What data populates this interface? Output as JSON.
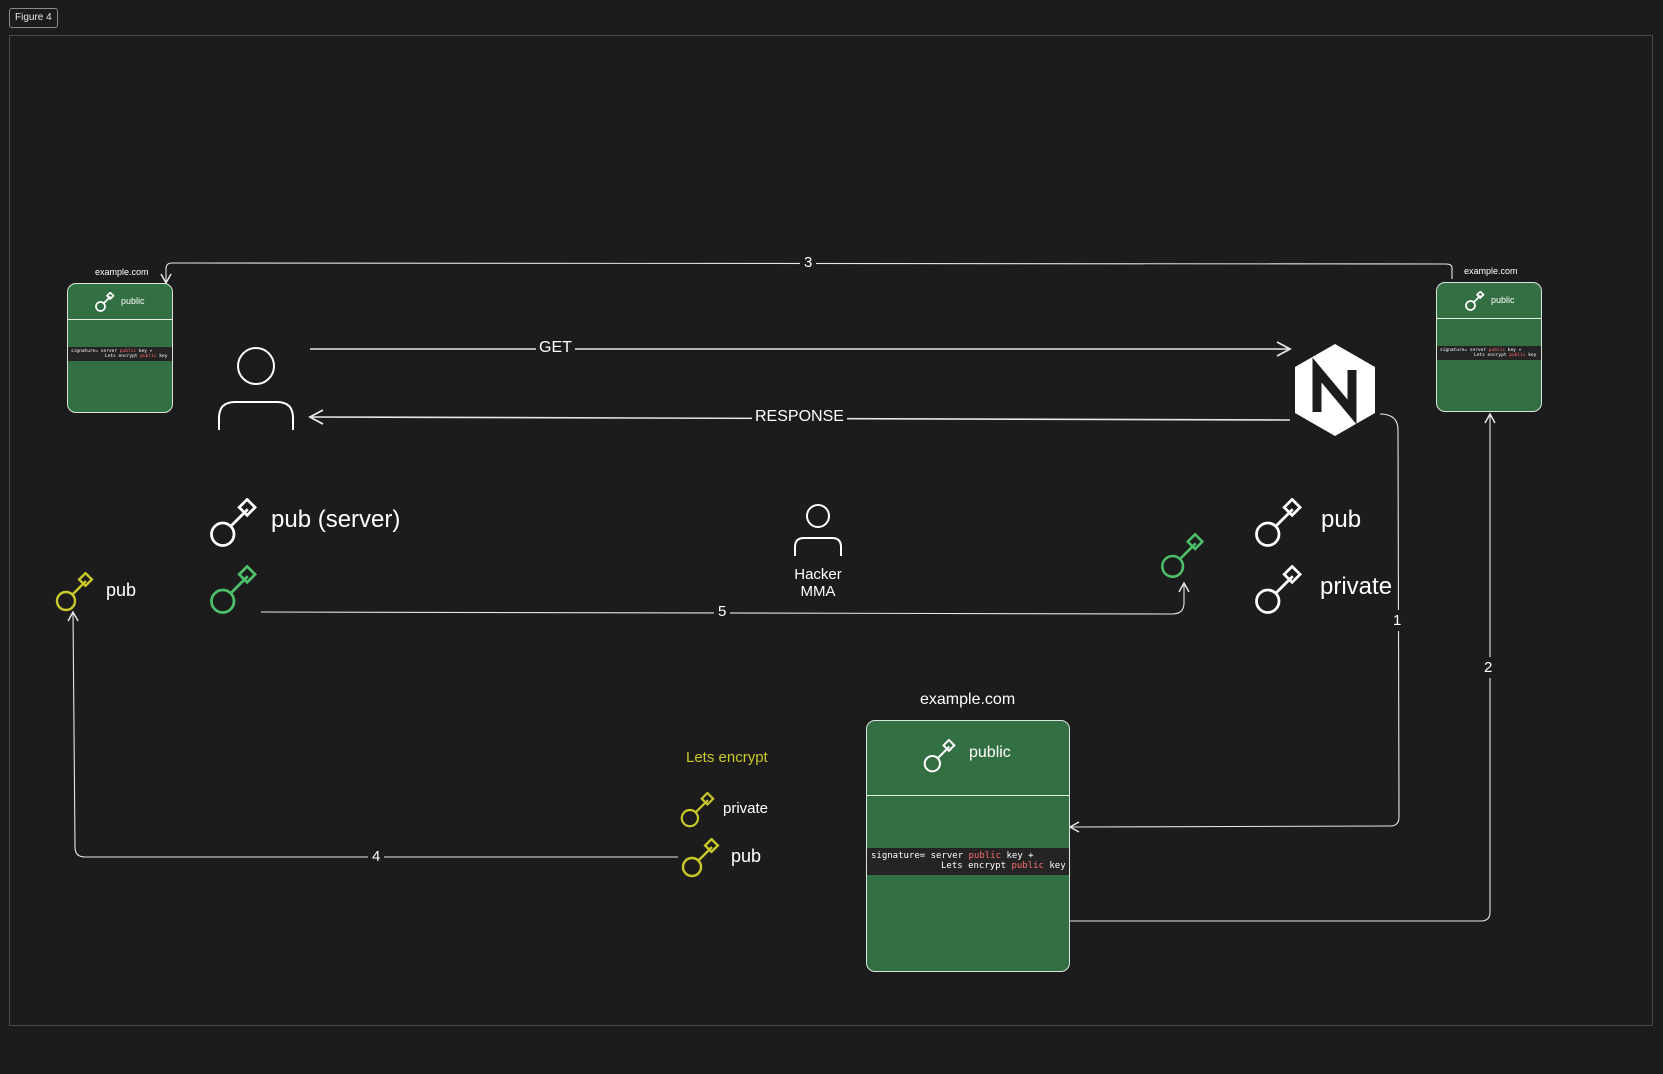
{
  "figure_tag": "Figure 4",
  "cert_domain": "example.com",
  "cert_public": "public",
  "sig": {
    "line1_prefix": "signature= server ",
    "public_word": "public",
    "line1_suffix": " key +",
    "line2_prefix": "Lets encrypt ",
    "line2_suffix": " key"
  },
  "arrows": {
    "get": "GET",
    "response": "RESPONSE",
    "step1": "1",
    "step2": "2",
    "step3": "3",
    "step4": "4",
    "step5": "5"
  },
  "client": {
    "pub_server_label": "pub (server)"
  },
  "hacker": {
    "line1": "Hacker",
    "line2": "MMA"
  },
  "server": {
    "pub_label": "pub",
    "private_label": "private"
  },
  "letsencrypt": {
    "title": "Lets encrypt",
    "private_label": "private",
    "pub_label": "pub"
  },
  "left_pub_label": "pub",
  "colors": {
    "background": "#1c1c1c",
    "cert_green": "#327043",
    "key_white": "#ffffff",
    "key_green": "#4fc06a",
    "key_yellow": "#c9c92a",
    "highlight_red": "#ff6b6b",
    "line": "#e6e6e6"
  },
  "icons": [
    "user-icon",
    "nginx-icon",
    "key-icon",
    "hacker-icon"
  ]
}
